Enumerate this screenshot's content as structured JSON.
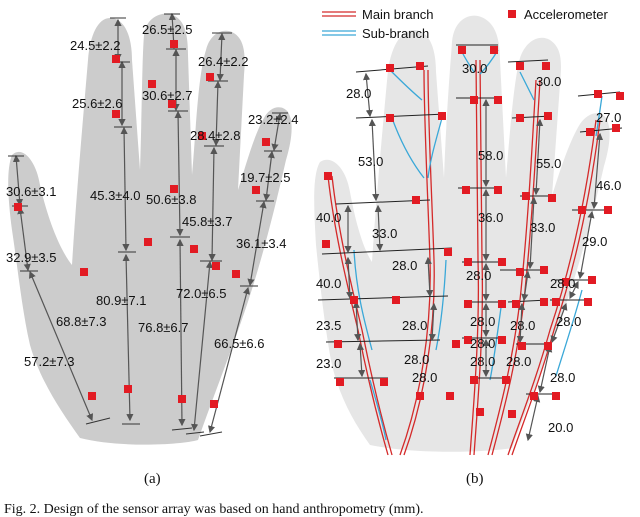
{
  "panel_a": {
    "label": "(a)",
    "measurements": [
      "24.5±2.2",
      "26.5±2.5",
      "26.4±2.2",
      "25.6±2.6",
      "30.6±2.7",
      "23.2±2.4",
      "28.4±2.8",
      "19.7±2.5",
      "30.6±3.1",
      "45.3±4.0",
      "50.6±3.8",
      "45.8±3.7",
      "36.1±3.4",
      "32.9±3.5",
      "80.9±7.1",
      "72.0±6.5",
      "68.8±7.3",
      "76.8±6.7",
      "66.5±6.6",
      "57.2±7.3"
    ]
  },
  "panel_b": {
    "label": "(b)",
    "legend": {
      "main_branch": "Main branch",
      "sub_branch": "Sub-branch",
      "accelerometer": "Accelerometer"
    },
    "measurements": [
      "30.0",
      "30.0",
      "28.0",
      "27.0",
      "58.0",
      "53.0",
      "55.0",
      "46.0",
      "36.0",
      "40.0",
      "33.0",
      "33.0",
      "29.0",
      "28.0",
      "28.0",
      "28.0",
      "40.0",
      "28.0",
      "28.0",
      "28.0",
      "23.5",
      "28.0",
      "28.0",
      "28.0",
      "28.0",
      "23.0",
      "28.0",
      "28.0",
      "28.0",
      "20.0"
    ]
  },
  "caption": "Fig. 2.   Design of the sensor array was based on hand anthropometry (mm).",
  "colors": {
    "hand": "#cccccc",
    "hand_light": "#e6e6e6",
    "main_branch": "#d42a2a",
    "sub_branch": "#3aa8d8",
    "accelerometer": "#e21b23",
    "arrow": "#555555"
  }
}
